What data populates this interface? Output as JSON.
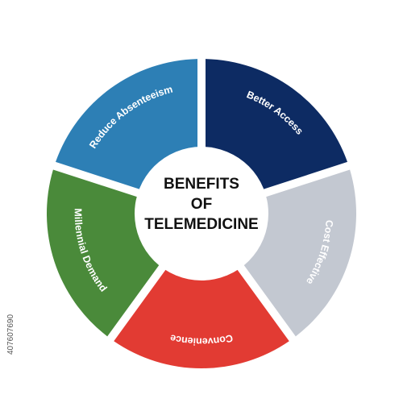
{
  "center": {
    "lines": [
      "BENEFITS",
      "OF",
      "TELEMEDICINE"
    ]
  },
  "segments": [
    {
      "label": "Better Access",
      "color": "#0d2b63",
      "shade": "#0a214c",
      "textPath": "outer"
    },
    {
      "label": "Cost Effective",
      "color": "#c3c8d1",
      "shade": "#9aa1ad",
      "textPath": "outer"
    },
    {
      "label": "Convenience",
      "color": "#e23b33",
      "shade": "#b22a24",
      "textPath": "outer"
    },
    {
      "label": "Millennial Demand",
      "color": "#4a8a3a",
      "shade": "#3a6e2d",
      "textPath": "inner"
    },
    {
      "label": "Reduce Absenteeism",
      "color": "#2d7fb5",
      "shade": "#21628d",
      "textPath": "outer"
    }
  ],
  "watermark": {
    "id": "407607690"
  }
}
